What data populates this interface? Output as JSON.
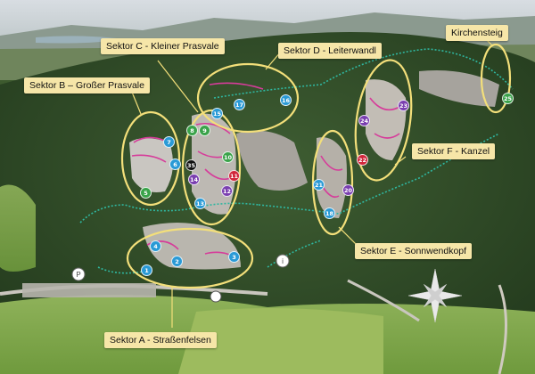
{
  "sectors": [
    {
      "id": "A",
      "label": "Sektor A - Straßenfelsen"
    },
    {
      "id": "B",
      "label": "Sektor B – Großer Prasvale"
    },
    {
      "id": "C",
      "label": "Sektor C - Kleiner Prasvale"
    },
    {
      "id": "D",
      "label": "Sektor D - Leiterwandl"
    },
    {
      "id": "E",
      "label": "Sektor E - Sonnwendkopf"
    },
    {
      "id": "F",
      "label": "Sektor F - Kanzel"
    },
    {
      "id": "K",
      "label": "Kirchensteig"
    }
  ],
  "markers": [
    {
      "n": "1",
      "color": "blue"
    },
    {
      "n": "2",
      "color": "blue"
    },
    {
      "n": "3",
      "color": "blue"
    },
    {
      "n": "4",
      "color": "blue"
    },
    {
      "n": "5",
      "color": "green"
    },
    {
      "n": "6",
      "color": "blue"
    },
    {
      "n": "7",
      "color": "blue"
    },
    {
      "n": "8",
      "color": "green"
    },
    {
      "n": "9",
      "color": "green"
    },
    {
      "n": "10",
      "color": "green"
    },
    {
      "n": "11",
      "color": "red"
    },
    {
      "n": "12",
      "color": "purple"
    },
    {
      "n": "13",
      "color": "blue"
    },
    {
      "n": "14",
      "color": "purple"
    },
    {
      "n": "15",
      "color": "blue"
    },
    {
      "n": "16",
      "color": "blue"
    },
    {
      "n": "17",
      "color": "blue"
    },
    {
      "n": "18",
      "color": "blue"
    },
    {
      "n": "19",
      "color": "blue"
    },
    {
      "n": "20",
      "color": "purple"
    },
    {
      "n": "21",
      "color": "blue"
    },
    {
      "n": "22",
      "color": "red"
    },
    {
      "n": "23",
      "color": "purple"
    },
    {
      "n": "24",
      "color": "purple"
    },
    {
      "n": "25",
      "color": "green"
    },
    {
      "n": "35",
      "color": "black"
    }
  ],
  "colors": {
    "label_bg": "#f6e6a8",
    "outline": "#f3df7a",
    "route": "#d63c9a",
    "path": "#2fb7a0"
  },
  "icons": [
    "parking-icon",
    "info-icon",
    "compass-rose-icon",
    "trail-icon"
  ]
}
